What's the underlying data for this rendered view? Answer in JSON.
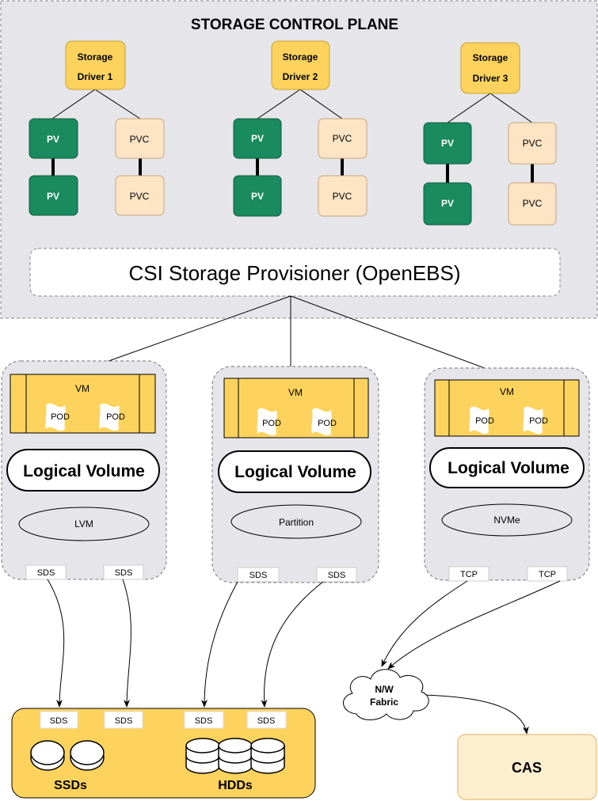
{
  "control_plane": {
    "title": "STORAGE CONTROL PLANE",
    "drivers": [
      {
        "line1": "Storage",
        "line2": "Driver 1",
        "pv": [
          "PV",
          "PV"
        ],
        "pvc": [
          "PVC",
          "PVC"
        ]
      },
      {
        "line1": "Storage",
        "line2": "Driver 2",
        "pv": [
          "PV",
          "PV"
        ],
        "pvc": [
          "PVC",
          "PVC"
        ]
      },
      {
        "line1": "Storage",
        "line2": "Driver 3",
        "pv": [
          "PV",
          "PV"
        ],
        "pvc": [
          "PVC",
          "PVC"
        ]
      }
    ],
    "provisioner": "CSI Storage Provisioner (OpenEBS)"
  },
  "nodes": [
    {
      "vm": "VM",
      "pods": [
        "POD",
        "POD"
      ],
      "logical_volume": "Logical Volume",
      "backend": "LVM",
      "ports": [
        "SDS",
        "SDS"
      ]
    },
    {
      "vm": "VM",
      "pods": [
        "POD",
        "POD"
      ],
      "logical_volume": "Logical Volume",
      "backend": "Partition",
      "ports": [
        "SDS",
        "SDS"
      ]
    },
    {
      "vm": "VM",
      "pods": [
        "POD",
        "POD"
      ],
      "logical_volume": "Logical Volume",
      "backend": "NVMe",
      "ports": [
        "TCP",
        "TCP"
      ]
    }
  ],
  "storage_pool": {
    "ports": [
      "SDS",
      "SDS",
      "SDS",
      "SDS"
    ],
    "ssd_label": "SSDs",
    "hdd_label": "HDDs"
  },
  "fabric": {
    "line1": "N/W",
    "line2": "Fabric"
  },
  "cas": {
    "label": "CAS"
  },
  "colors": {
    "panel": "#e6e6ea",
    "driver": "#fdd35d",
    "pv": "#1a8a5f",
    "pvc": "#fce4c5",
    "cas": "#fdeecf"
  }
}
